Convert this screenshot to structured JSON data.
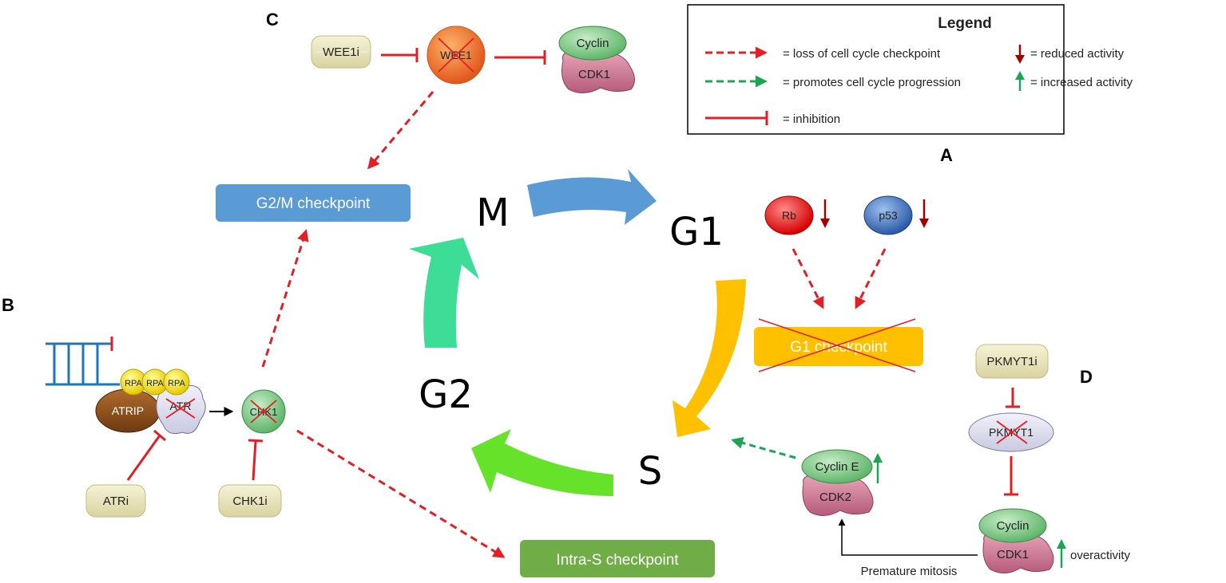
{
  "panels": {
    "a": "A",
    "b": "B",
    "c": "C",
    "d": "D"
  },
  "phases": {
    "m": "M",
    "g1": "G1",
    "s": "S",
    "g2": "G2"
  },
  "checkpoints": {
    "g2m": "G2/M checkpoint",
    "g1": "G1 checkpoint",
    "intra_s": "Intra-S checkpoint"
  },
  "molecules": {
    "wee1i": "WEE1i",
    "wee1": "WEE1",
    "cyclin_top": "Cyclin",
    "cdk1_top": "CDK1",
    "rb": "Rb",
    "p53": "p53",
    "rpa": "RPA",
    "atrip": "ATRIP",
    "atr": "ATR",
    "chk1": "CHK1",
    "atri": "ATRi",
    "chk1i": "CHK1i",
    "pkmyt1i": "PKMYT1i",
    "pkmyt1": "PKMYT1",
    "cyclin_e": "Cyclin E",
    "cdk2": "CDK2",
    "cyclin_bottom": "Cyclin",
    "cdk1_bottom": "CDK1"
  },
  "notes": {
    "premature_mitosis": "Premature mitosis",
    "overactivity": "overactivity"
  },
  "legend": {
    "title": "Legend",
    "loss": "= loss of cell cycle checkpoint",
    "promotes": "= promotes cell cycle progression",
    "inhibition": "= inhibition",
    "reduced": "= reduced activity",
    "increased": "= increased activity"
  },
  "colors": {
    "inhibit_red": "#e31e24",
    "promote_green": "#1aa654",
    "m_arrow": "#5b9bd5",
    "g1_arrow": "#ffc000",
    "s_arrow": "#66e22a",
    "g2_arrow": "#3ddc97",
    "g2m_box": "#5b9bd5",
    "g1_box": "#ffc000",
    "intra_s_box": "#70ad47"
  }
}
